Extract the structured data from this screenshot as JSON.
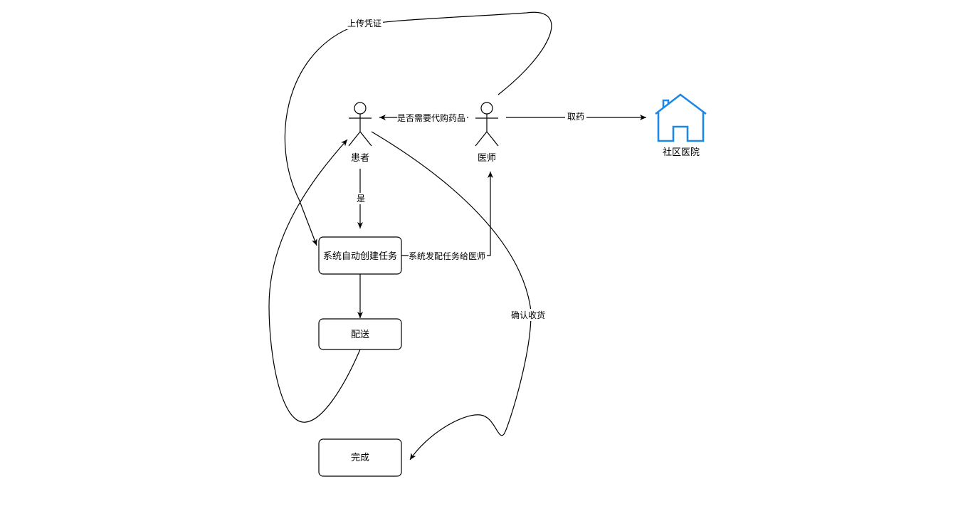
{
  "actors": {
    "patient": "患者",
    "doctor": "医师"
  },
  "hospital": {
    "label": "社区医院",
    "icon": "house-icon",
    "color": "#1e88e5"
  },
  "nodes": {
    "create_task": "系统自动创建任务",
    "delivery": "配送",
    "complete": "完成"
  },
  "edges": {
    "need_purchase": "是否需要代购药品",
    "pick_up": "取药",
    "yes": "是",
    "assign_task": "系统发配任务给医师",
    "upload_proof": "上传凭证",
    "confirm_receipt": "确认收货"
  }
}
